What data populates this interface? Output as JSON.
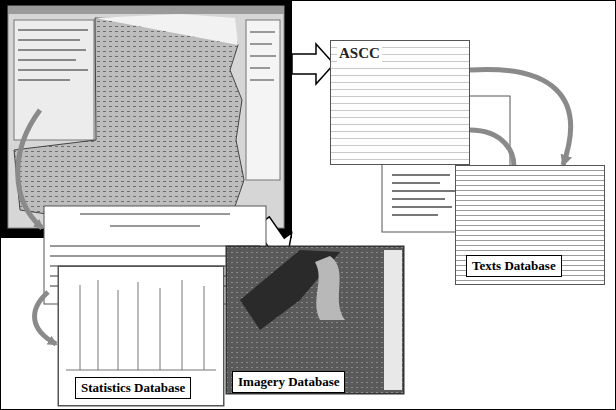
{
  "diagram": {
    "nodes": [
      {
        "text": [
          "ASCC"
        ]
      },
      {
        "text": [
          "Texts Database"
        ]
      },
      {
        "text": [
          "Imagery Database"
        ]
      },
      {
        "text": [
          "Statistics Database"
        ]
      }
    ],
    "edges": [
      {
        "from": 0,
        "to": 1,
        "arrow": "to"
      }
    ]
  }
}
